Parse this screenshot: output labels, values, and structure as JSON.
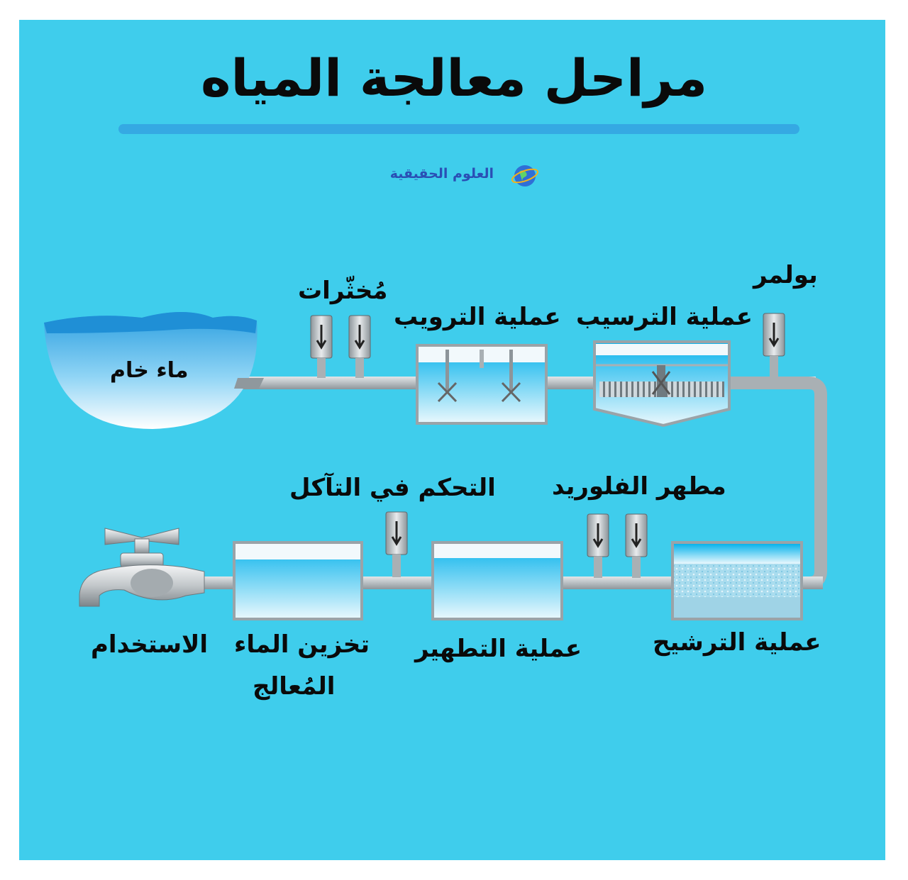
{
  "title": "مراحل معالجة المياه",
  "logo": {
    "text": "العلوم الحقيقية",
    "icon": "globe-icon"
  },
  "labels": {
    "raw_water": "ماء خام",
    "coagulants": "مُخثّرات",
    "flocculation": "عملية الترويب",
    "sedimentation": "عملية الترسيب",
    "polymer": "بولمر",
    "filtration": "عملية الترشيح",
    "fluoride": "مطهر الفلوريد",
    "corrosion": "التحكم في التآكل",
    "disinfection": "عملية التطهير",
    "storage_line1": "تخزين الماء",
    "storage_line2": "المُعالج",
    "usage": "الاستخدام"
  },
  "colors": {
    "background": "#3fcdec",
    "title_rule": "#35a9e3",
    "pipe": "#b9bfc3",
    "water": "#1fb8ec"
  },
  "icons": [
    "dosing-tank-icon",
    "stirrer-icon",
    "scraper-icon",
    "faucet-icon",
    "reservoir-icon"
  ]
}
